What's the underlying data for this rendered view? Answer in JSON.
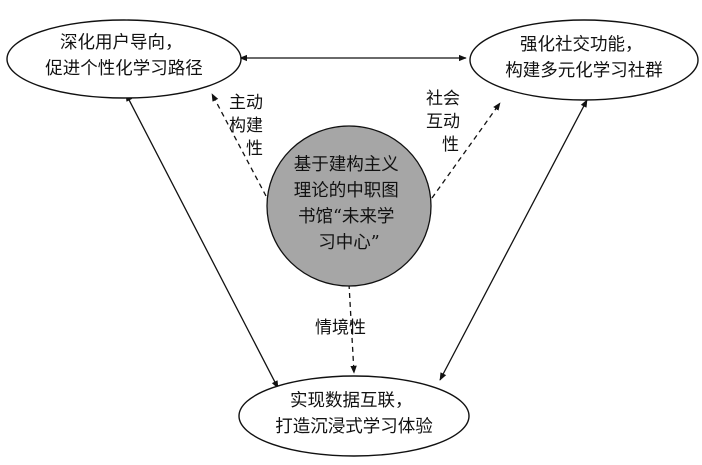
{
  "diagram": {
    "center": {
      "lines": [
        "基于建构主义",
        "理论的中职图",
        "书馆“未来学",
        "习中心”"
      ],
      "fill": "#a6a6a6"
    },
    "nodes": {
      "user": {
        "lines": [
          "深化用户导向，",
          "促进个性化学习路径"
        ]
      },
      "social": {
        "lines": [
          "强化社交功能，",
          "构建多元化学习社群"
        ]
      },
      "data": {
        "lines": [
          "实现数据互联，",
          "打造沉浸式学习体验"
        ]
      }
    },
    "labels": {
      "active": [
        "主动",
        "构建",
        "性"
      ],
      "social": [
        "社会",
        "互动",
        "性"
      ],
      "situational": "情境性"
    },
    "colors": {
      "stroke": "#111111",
      "background": "#ffffff"
    }
  }
}
